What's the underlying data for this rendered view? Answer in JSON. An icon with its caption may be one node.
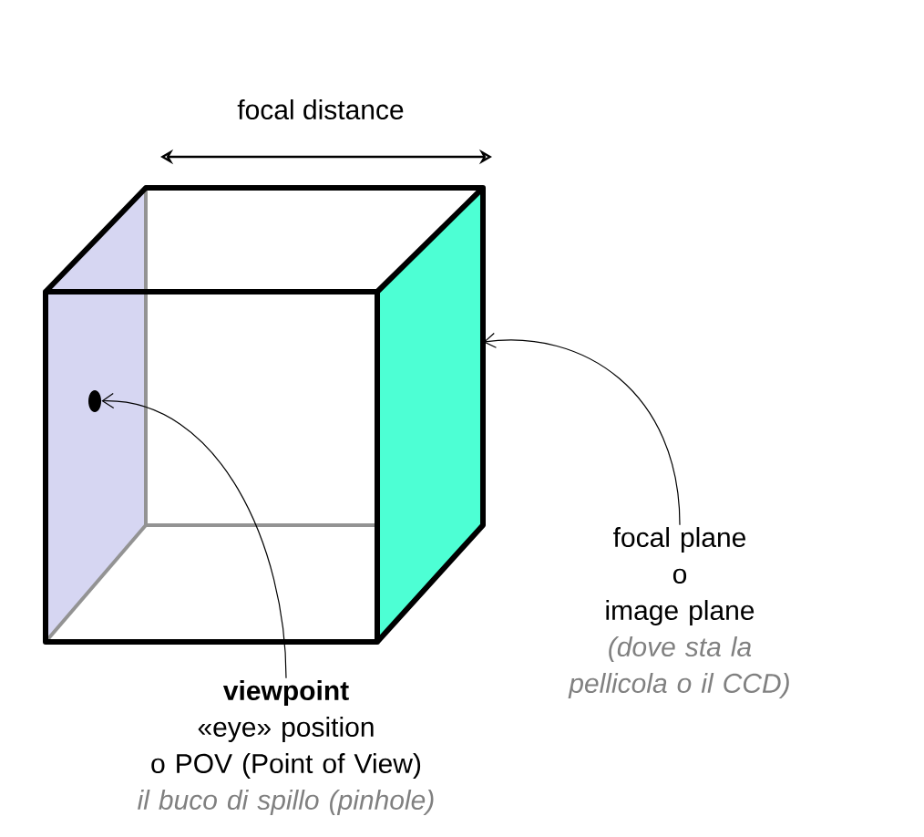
{
  "diagram": {
    "nodes": [
      {
        "text": [
          "viewpoint",
          "«eye» position",
          "o POV (Point of View)",
          "il buco di spillo (pinhole)"
        ]
      },
      {
        "text": [
          "focal plane",
          "o",
          "image plane",
          "(dove sta la pellicola o il CCD)"
        ]
      },
      {
        "text": [],
        "shape": "circle"
      },
      {
        "text": [],
        "shape": "box"
      }
    ],
    "edges": [
      {
        "from": 0,
        "to": 2,
        "arrow": "to"
      },
      {
        "from": 1,
        "to": 3,
        "arrow": "to"
      }
    ],
    "labels": [
      "focal distance"
    ]
  }
}
